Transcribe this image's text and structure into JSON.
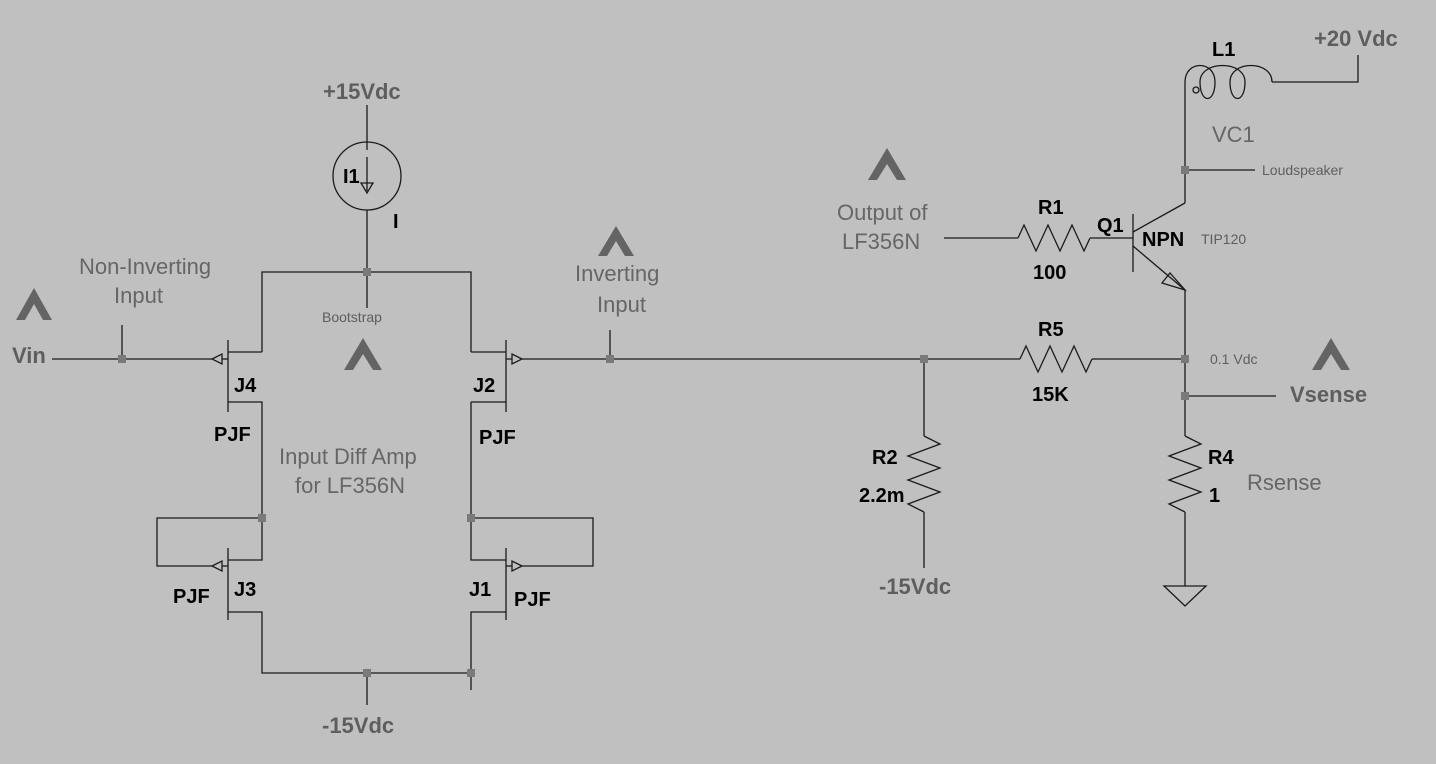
{
  "labels": {
    "vpos15_top": "+15Vdc",
    "i1": "I1",
    "i1_value": "I",
    "bootstrap": "Bootstrap",
    "non_inv_line1": "Non-Inverting",
    "non_inv_line2": "Input",
    "vin": "Vin",
    "j4": "J4",
    "j4_type": "PJF",
    "j2": "J2",
    "j2_type": "PJF",
    "j3": "J3",
    "j3_type": "PJF",
    "j1": "J1",
    "j1_type": "PJF",
    "diff_amp_line1": "Input Diff Amp",
    "diff_amp_line2": "for LF356N",
    "vneg15_bottom": "-15Vdc",
    "inverting_line1": "Inverting",
    "inverting_line2": "Input",
    "output_line1": "Output of",
    "output_line2": "LF356N",
    "r1": "R1",
    "r1_value": "100",
    "q1": "Q1",
    "q1_type": "NPN",
    "q1_part": "TIP120",
    "l1": "L1",
    "vpos20": "+20 Vdc",
    "vc1": "VC1",
    "loudspeaker": "Loudspeaker",
    "r5": "R5",
    "r5_value": "15K",
    "v_node": "0.1 Vdc",
    "vsense": "Vsense",
    "r2": "R2",
    "r2_value": "2.2m",
    "vneg15_r2": "-15Vdc",
    "r4": "R4",
    "r4_value": "1",
    "rsense": "Rsense"
  }
}
